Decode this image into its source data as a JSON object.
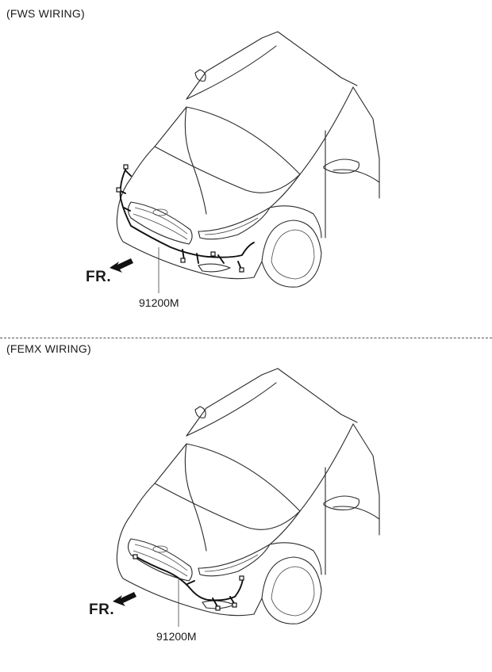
{
  "sections": [
    {
      "title": "(FWS WIRING)",
      "front_label": "FR.",
      "part_number": "91200M"
    },
    {
      "title": "(FEMX WIRING)",
      "front_label": "FR.",
      "part_number": "91200M"
    }
  ],
  "icons": {
    "front_direction": "arrow-down-left-icon"
  },
  "colors": {
    "line": "#2b2b2b",
    "wire": "#111111",
    "divider": "#555555"
  }
}
